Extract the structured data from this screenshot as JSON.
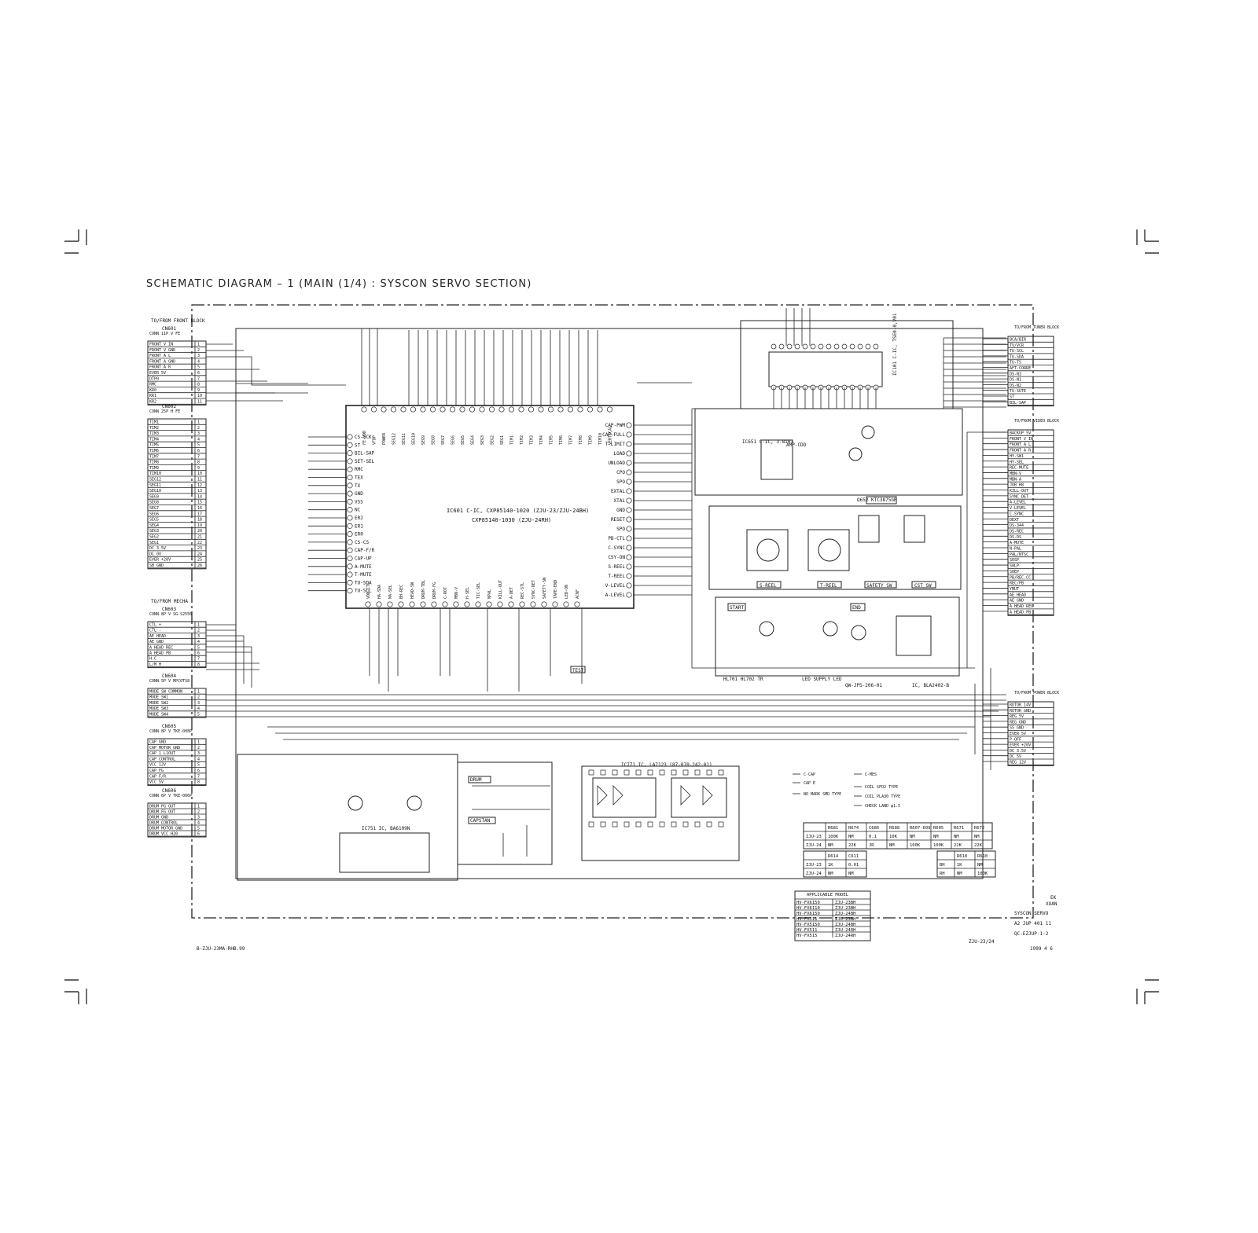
{
  "title": "SCHEMATIC DIAGRAM – 1 (MAIN (1/4) : SYSCON SERVO SECTION)",
  "connectors_left": [
    {
      "block": "TO/FROM FRONT BLOCK",
      "name": "CN601",
      "type": "CONN 11P V FE",
      "pins": [
        "FRONT V IN",
        "FRONT V GND",
        "FRONT A L",
        "FRONT A GND",
        "FRONT A R",
        "EVER 5V",
        "DTP0",
        "RMC",
        "KR0",
        "KR1",
        "KR2"
      ]
    },
    {
      "name": "CN602",
      "type": "CONN 25P H FE",
      "pins": [
        "TIM1",
        "TIM2",
        "TIM3",
        "TIM4",
        "TIM5",
        "TIM6",
        "TIM7",
        "TIM8",
        "TIM9",
        "TIM10",
        "SEG12",
        "SEG11",
        "SEG10",
        "SEG9",
        "SEG8",
        "SEG7",
        "SEG6",
        "SEG5",
        "SEG4",
        "SEG3",
        "SEG2",
        "SEG1",
        "DC 3.5V",
        "DC 0V",
        "EVER +20V",
        "SB GND"
      ]
    },
    {
      "block": "TO/FROM MECHA",
      "name": "CN603",
      "type": "CONN 8P V SG-S2556",
      "pins": [
        "CTL +",
        "CTL -",
        "AE HEAD",
        "AE GND",
        "A HEAD REC",
        "A HEAD PB",
        "H.C",
        "L/M H"
      ]
    },
    {
      "name": "CN604",
      "type": "CONN 5P V MPC0TS8",
      "pins": [
        "MODE SW COMMON",
        "MODE SW1",
        "MODE SW2",
        "MODE SW3",
        "MODE SW4"
      ]
    },
    {
      "name": "CN605",
      "type": "CONN 8P V TKE-008P",
      "pins": [
        "CAP GND",
        "CAP MOTOR GND",
        "CAP 1 L1OUT",
        "CAP CONTROL",
        "VCC 12V",
        "CAP FG",
        "CAP F/R",
        "VCC 5V"
      ]
    },
    {
      "name": "CN606",
      "type": "CONN 6P V TKE-006P",
      "pins": [
        "DRUM PG OUT",
        "DRUM FG OUT",
        "DRUM GND",
        "DRUM CONTROL",
        "DRUM MOTOR GND",
        "DRUM VCC H20"
      ]
    }
  ],
  "connectors_right": [
    {
      "block": "TO/FROM TUNER BLOCK",
      "pins": [
        "BCA/BIR",
        "TV/VCR",
        "TU-SCL",
        "TU-SDA",
        "TU-TS",
        "AFT-CORRE",
        "DS-N3",
        "DS-N1",
        "DS-N2",
        "TU-SUTE",
        "ST",
        "BIL-SAP"
      ]
    },
    {
      "block": "TO/FROM VIDEO BLOCK",
      "pins": [
        "BACKUP 5V",
        "FRONT V IN",
        "FRONT A L",
        "FRONT A R",
        "HY-SW1",
        "HY-SEL",
        "REC-MUTE",
        "MBN-V",
        "MBN-A",
        "JOB H8",
        "KILL-OUT",
        "SYNC DET",
        "A-LEVEL",
        "V-LEVEL",
        "C-SYNC",
        "DEXT",
        "DS-344",
        "DS-REC",
        "DS-DS",
        "A-MUTE",
        "N-PAL",
        "PAL/NTSC",
        "S0SP",
        "S0LP",
        "S0EP",
        "PB/REC.CC",
        "REC/PB",
        "YMUT",
        "AE HEAD",
        "AE GND",
        "A HEAD REC",
        "A HEAD PB"
      ]
    },
    {
      "block": "TO/FROM POWER BLOCK",
      "pins": [
        "ROTOR 14V",
        "ROTOR GND",
        "REG 5V",
        "REG GND",
        "SS GND",
        "EVER 5V",
        "P-OFF",
        "EVER +20V",
        "DC 3.5V",
        "DC 5V",
        "REG 12V"
      ]
    }
  ],
  "main_ic": {
    "line1": "IC601 C-IC, CXP85140-1020  (ZJU-23/ZJU-24BH)",
    "line2": "CXP85140-1030  (ZJU-24RH)",
    "left_pins": [
      "CS-SCK",
      "ST",
      "BIL-SAP",
      "SET-SEL",
      "RMC",
      "TEX",
      "TX",
      "GND",
      "VSS",
      "NC",
      "ER2",
      "ER1",
      "ER0",
      "CS-CS",
      "CAP-F/R",
      "CAP-UP",
      "A-MUTE",
      "T-MUTE",
      "TU-SDA",
      "TU-SCL"
    ],
    "right_pins": [
      "CAP-PWM",
      "CAP-FULL",
      "T-LIMIT",
      "LOAD",
      "UNLOAD",
      "CPO",
      "SPO",
      "EXTAL",
      "XTAL",
      "GND",
      "RESET",
      "SPO",
      "PB-CTL",
      "C-SYNC",
      "CSY-ON",
      "S-REEL",
      "T-REEL",
      "V-LEVEL",
      "A-LEVEL"
    ],
    "top_pins": [
      "FE-VDD",
      "VFDP",
      "POWER",
      "SEG12",
      "SEG11",
      "SEG10",
      "SEG9",
      "SEG8",
      "SEG7",
      "SEG6",
      "SEG5",
      "SEG4",
      "SEG3",
      "SEG2",
      "SEG1",
      "TIM1",
      "TIM2",
      "TIM3",
      "TIM4",
      "TIM5",
      "TIM6",
      "TIM7",
      "TIM8",
      "TIM9",
      "TIM10",
      "VERTICAL"
    ],
    "bottom_pins": [
      "VDD-CTL",
      "HA-SDA",
      "MA-SEL",
      "BH-REC",
      "HEAD-SW",
      "DRUM-TBL",
      "DRUM-FG",
      "C-ROT",
      "MBN-V",
      "H-SEL",
      "TIC-SEL",
      "NPAL",
      "KILL-OUT",
      "A-DET",
      "REC-STL",
      "SYNC-DET",
      "SAFETY-SW",
      "TAPE-END",
      "LED-ON",
      "ACNF"
    ]
  },
  "blocks": {
    "tuner_ic": "IC101 C-IC, TSE0-0,V01",
    "amp": "AMP-CDD",
    "ic_amp": "IC651 C-IC, 3-8103",
    "q652": "Q652 KTC3875GR",
    "s_reel": "S-REEL",
    "t_reel": "T-REEL",
    "safety": "SAFETY SW",
    "cst_sw": "CST SW",
    "start": "START",
    "end": "END",
    "hl701": "HL701 HL702 TR",
    "led_supply": "LED SUPPLY LED",
    "cassette": "QW-JPS-206-01",
    "ic603": "IC, BLA2402-B",
    "ic771": "IC771 IC, LA7123  (87-070-242-01)",
    "ic751": "IC751 IC, BA6109N",
    "capstan": "CAPSTAN",
    "drum": "DRUM",
    "test": "TEST"
  },
  "legend": [
    "C-CAP",
    "C-MES",
    "CAP E",
    "COIL SFD2 TYPE",
    "NO MARK SMD TYPE",
    "COIL PLA30 TYPE",
    "CHECK LAND φ1.5"
  ],
  "model_table": {
    "headers": [
      "",
      "R681",
      "R674",
      "C686",
      "R688",
      "R607-609",
      "R605",
      "R671",
      "R672"
    ],
    "rows": [
      [
        "ZJU-23",
        "100K",
        "NM",
        "0.1",
        "10K",
        "NM",
        "NM",
        "NM",
        "NM"
      ],
      [
        "ZJU-24",
        "NM",
        "22K",
        "JR",
        "NM",
        "100K",
        "100K",
        "22K",
        "22K"
      ]
    ]
  },
  "small_table1": {
    "headers": [
      "",
      "R614",
      "C611"
    ],
    "rows": [
      [
        "ZJU-23",
        "1K",
        "0.01"
      ],
      [
        "ZJU-24",
        "NM",
        "NM"
      ]
    ]
  },
  "small_table2": {
    "headers": [
      "",
      "R618",
      "R610"
    ],
    "rows": [
      [
        "BH",
        "1K",
        "NM"
      ],
      [
        "RH",
        "NM",
        "100K"
      ]
    ]
  },
  "applicable": {
    "title": "APPLICABLE MODEL",
    "rows": [
      [
        "HV-FX6150",
        "ZJU-23BH"
      ],
      [
        "HV-FX6110",
        "ZJU-23BH"
      ],
      [
        "HV-FX6150",
        "ZJU-24BH"
      ],
      [
        "HV-FX511",
        "ZJU-23BH"
      ],
      [
        "HV-FX5150",
        "ZJU-24BH"
      ],
      [
        "HV-FX511",
        "ZJU-24RH"
      ],
      [
        "HV-FX515",
        "ZJU-24RH"
      ]
    ]
  },
  "info": {
    "ek": "EK",
    "xuan": "XUAN",
    "section": "SYSCON SERVO",
    "code1": "A2  JUP  401  11",
    "code2": "QC-EZJUP-1-2",
    "code3": "ZJU-23/24",
    "date": "1999  4  6",
    "footer_left": "B-ZJU-23MA-RHB.99"
  }
}
